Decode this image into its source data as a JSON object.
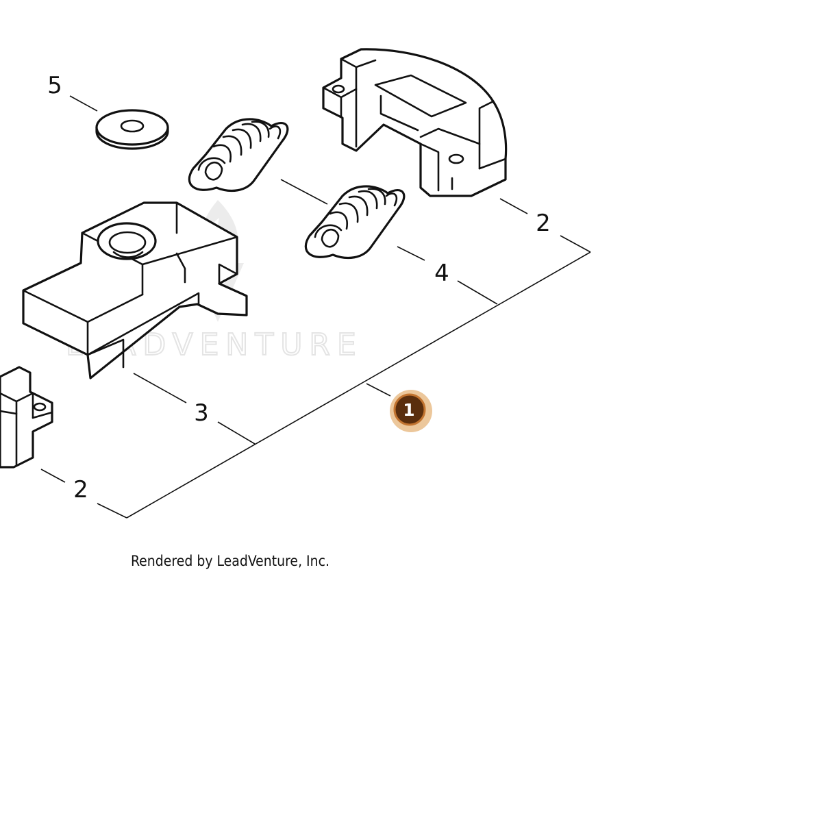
{
  "diagram": {
    "callouts": {
      "washer": "5",
      "shoe_top": "2",
      "spring_right": "4",
      "carrier": "3",
      "shoe_left": "2"
    },
    "hotspot": {
      "number": "1",
      "ring_color": "#ecc79b",
      "fill_color": "#5a2e0d"
    },
    "watermark": "LEADVENTURE",
    "credit": "Rendered by LeadVenture, Inc."
  }
}
